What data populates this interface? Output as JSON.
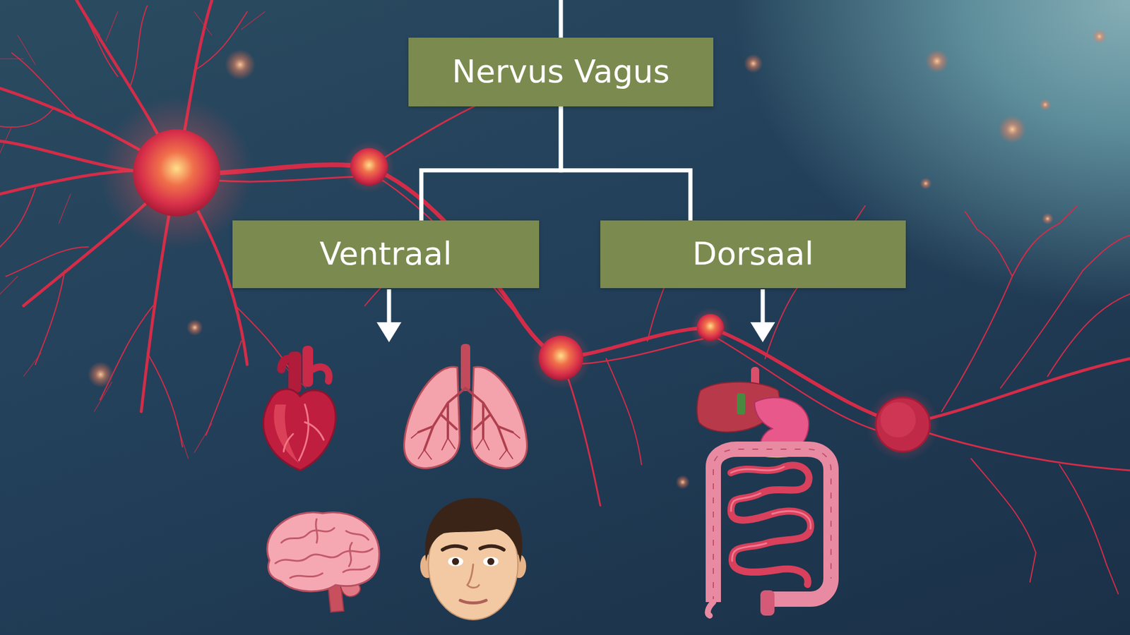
{
  "diagram": {
    "nodes": [
      {
        "text": [
          "Nervus Vagus"
        ]
      },
      {
        "text": [
          "Ventraal"
        ]
      },
      {
        "text": [
          "Dorsaal"
        ]
      }
    ],
    "edges": [
      {
        "from": 0,
        "to": 1,
        "arrow": "none"
      },
      {
        "from": 0,
        "to": 2,
        "arrow": "none"
      }
    ]
  }
}
